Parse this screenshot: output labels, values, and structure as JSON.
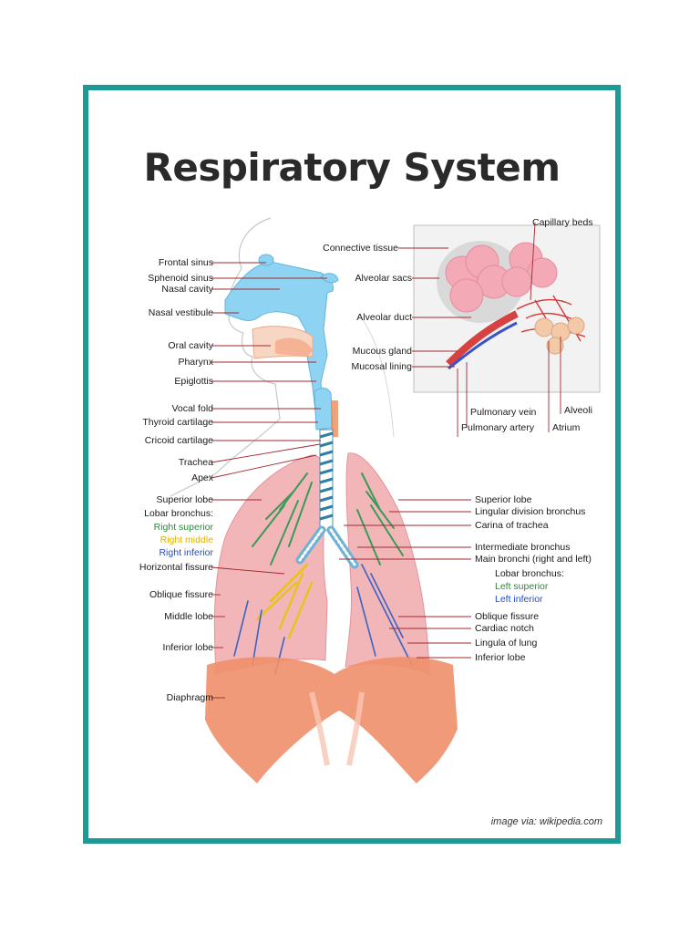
{
  "title": "Respiratory System",
  "labels_left": {
    "frontal_sinus": "Frontal sinus",
    "sphenoid_sinus": "Sphenoid sinus",
    "nasal_cavity": "Nasal cavity",
    "nasal_vestibule": "Nasal vestibule",
    "oral_cavity": "Oral cavity",
    "pharynx": "Pharynx",
    "epiglottis": "Epiglottis",
    "vocal_fold": "Vocal fold",
    "thyroid_cartilage": "Thyroid cartilage",
    "cricoid_cartilage": "Cricoid cartilage",
    "trachea": "Trachea",
    "apex": "Apex",
    "superior_lobe": "Superior lobe",
    "lobar_bronchus": "Lobar bronchus:",
    "right_superior": "Right superior",
    "right_middle": "Right middle",
    "right_inferior": "Right inferior",
    "horizontal_fissure": "Horizontal fissure",
    "oblique_fissure": "Oblique fissure",
    "middle_lobe": "Middle lobe",
    "inferior_lobe": "Inferior lobe",
    "diaphragm": "Diaphragm"
  },
  "labels_inset": {
    "capillary_beds": "Capillary beds",
    "connective_tissue": "Connective tissue",
    "alveolar_sacs": "Alveolar sacs",
    "alveolar_duct": "Alveolar duct",
    "mucous_gland": "Mucous gland",
    "mucosal_lining": "Mucosal lining",
    "pulmonary_vein": "Pulmonary vein",
    "pulmonary_artery": "Pulmonary artery",
    "alveoli": "Alveoli",
    "atrium": "Atrium"
  },
  "labels_right": {
    "superior_lobe": "Superior lobe",
    "lingular_division_bronchus": "Lingular division bronchus",
    "carina_of_trachea": "Carina of trachea",
    "intermediate_bronchus": "Intermediate bronchus",
    "main_bronchi": "Main bronchi (right and left)",
    "lobar_bronchus": "Lobar bronchus:",
    "left_superior": "Left superior",
    "left_inferior": "Left inferior",
    "oblique_fissure": "Oblique fissure",
    "cardiac_notch": "Cardiac notch",
    "lingula_of_lung": "Lingula of lung",
    "inferior_lobe": "Inferior lobe"
  },
  "credit": "image via: wikipedia.com",
  "colors": {
    "frame": "#1e9a96",
    "airway": "#8fd3f2",
    "lung": "#f2b6b8",
    "diaphragm": "#ef8f6a",
    "leader_line": "#a3282e",
    "right_superior": "#2e8b3a",
    "right_middle": "#e0b000",
    "right_inferior": "#1f4fd0"
  }
}
